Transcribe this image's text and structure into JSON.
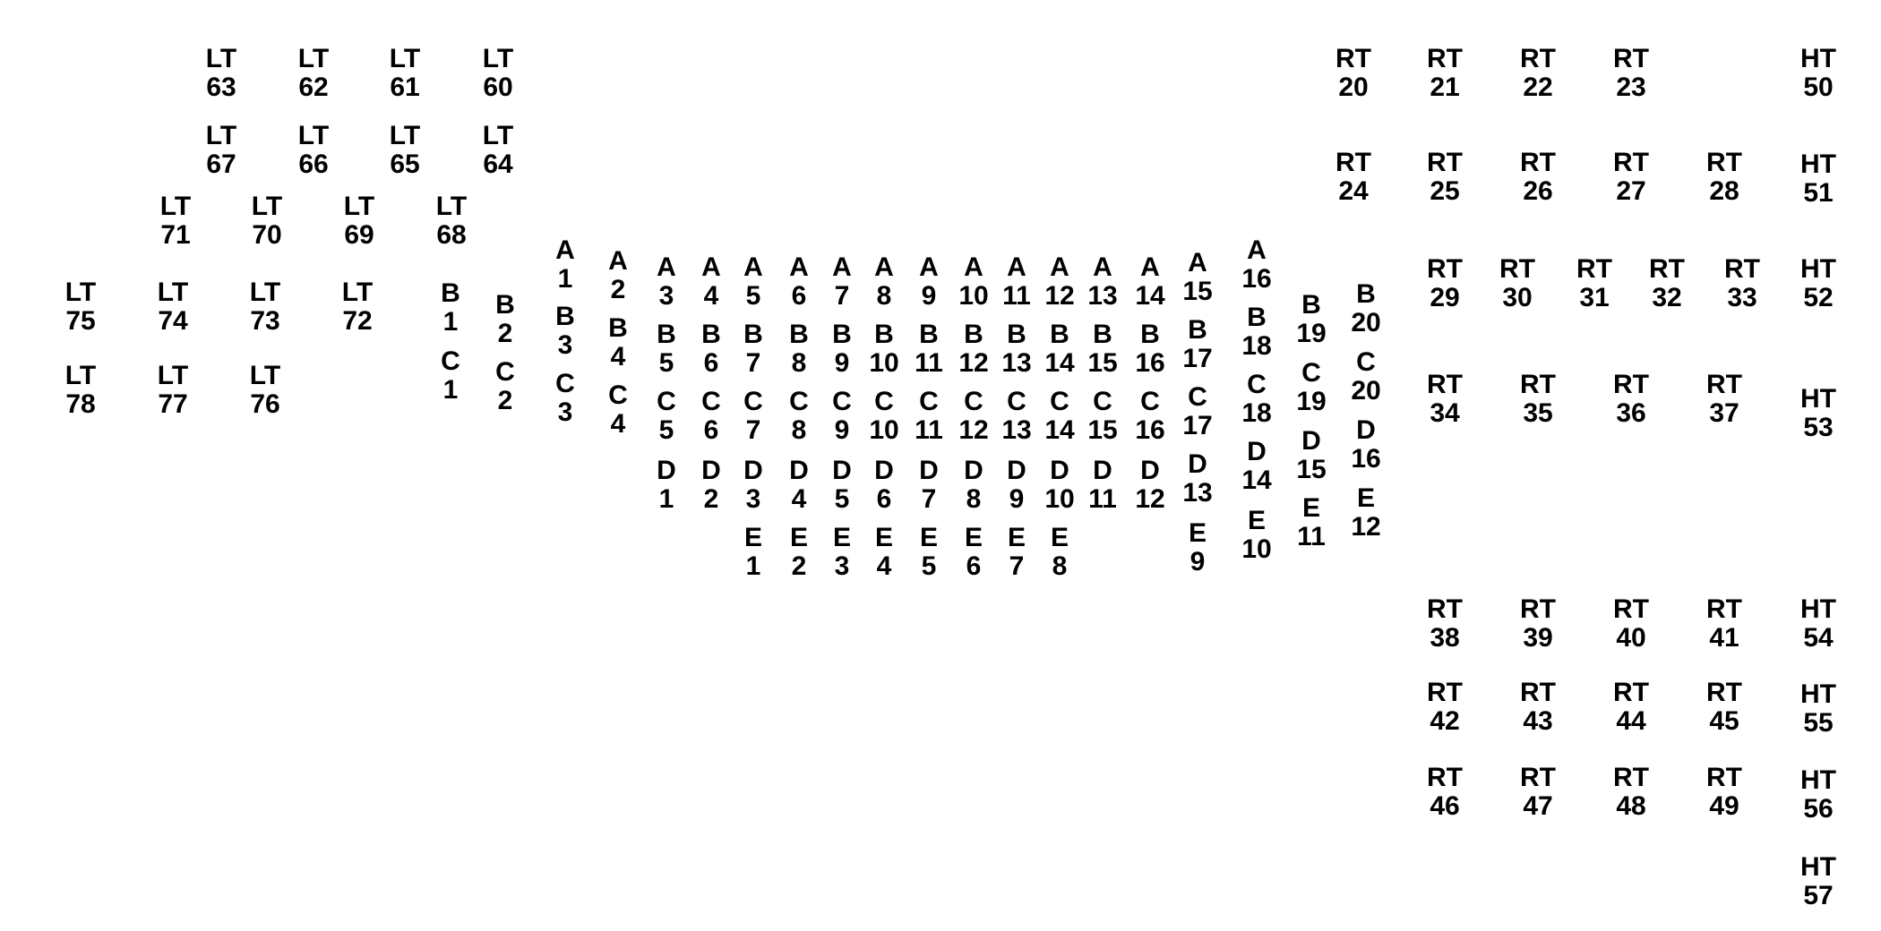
{
  "colors": {
    "text": "#000000",
    "background": "#ffffff"
  },
  "seats": [
    {
      "row": "LT",
      "num": "63"
    },
    {
      "row": "LT",
      "num": "62"
    },
    {
      "row": "LT",
      "num": "61"
    },
    {
      "row": "LT",
      "num": "60"
    },
    {
      "row": "LT",
      "num": "67"
    },
    {
      "row": "LT",
      "num": "66"
    },
    {
      "row": "LT",
      "num": "65"
    },
    {
      "row": "LT",
      "num": "64"
    },
    {
      "row": "LT",
      "num": "71"
    },
    {
      "row": "LT",
      "num": "70"
    },
    {
      "row": "LT",
      "num": "69"
    },
    {
      "row": "LT",
      "num": "68"
    },
    {
      "row": "LT",
      "num": "75"
    },
    {
      "row": "LT",
      "num": "74"
    },
    {
      "row": "LT",
      "num": "73"
    },
    {
      "row": "LT",
      "num": "72"
    },
    {
      "row": "LT",
      "num": "78"
    },
    {
      "row": "LT",
      "num": "77"
    },
    {
      "row": "LT",
      "num": "76"
    },
    {
      "row": "B",
      "num": "1"
    },
    {
      "row": "C",
      "num": "1"
    },
    {
      "row": "B",
      "num": "2"
    },
    {
      "row": "C",
      "num": "2"
    },
    {
      "row": "A",
      "num": "1"
    },
    {
      "row": "B",
      "num": "3"
    },
    {
      "row": "C",
      "num": "3"
    },
    {
      "row": "A",
      "num": "2"
    },
    {
      "row": "B",
      "num": "4"
    },
    {
      "row": "C",
      "num": "4"
    },
    {
      "row": "A",
      "num": "3"
    },
    {
      "row": "B",
      "num": "5"
    },
    {
      "row": "C",
      "num": "5"
    },
    {
      "row": "D",
      "num": "1"
    },
    {
      "row": "A",
      "num": "4"
    },
    {
      "row": "B",
      "num": "6"
    },
    {
      "row": "C",
      "num": "6"
    },
    {
      "row": "D",
      "num": "2"
    },
    {
      "row": "A",
      "num": "5"
    },
    {
      "row": "B",
      "num": "7"
    },
    {
      "row": "C",
      "num": "7"
    },
    {
      "row": "D",
      "num": "3"
    },
    {
      "row": "E",
      "num": "1"
    },
    {
      "row": "A",
      "num": "6"
    },
    {
      "row": "B",
      "num": "8"
    },
    {
      "row": "C",
      "num": "8"
    },
    {
      "row": "D",
      "num": "4"
    },
    {
      "row": "E",
      "num": "2"
    },
    {
      "row": "A",
      "num": "7"
    },
    {
      "row": "B",
      "num": "9"
    },
    {
      "row": "C",
      "num": "9"
    },
    {
      "row": "D",
      "num": "5"
    },
    {
      "row": "E",
      "num": "3"
    },
    {
      "row": "A",
      "num": "8"
    },
    {
      "row": "B",
      "num": "10"
    },
    {
      "row": "C",
      "num": "10"
    },
    {
      "row": "D",
      "num": "6"
    },
    {
      "row": "E",
      "num": "4"
    },
    {
      "row": "A",
      "num": "9"
    },
    {
      "row": "B",
      "num": "11"
    },
    {
      "row": "C",
      "num": "11"
    },
    {
      "row": "D",
      "num": "7"
    },
    {
      "row": "E",
      "num": "5"
    },
    {
      "row": "A",
      "num": "10"
    },
    {
      "row": "B",
      "num": "12"
    },
    {
      "row": "C",
      "num": "12"
    },
    {
      "row": "D",
      "num": "8"
    },
    {
      "row": "E",
      "num": "6"
    },
    {
      "row": "A",
      "num": "11"
    },
    {
      "row": "B",
      "num": "13"
    },
    {
      "row": "C",
      "num": "13"
    },
    {
      "row": "D",
      "num": "9"
    },
    {
      "row": "E",
      "num": "7"
    },
    {
      "row": "A",
      "num": "12"
    },
    {
      "row": "B",
      "num": "14"
    },
    {
      "row": "C",
      "num": "14"
    },
    {
      "row": "D",
      "num": "10"
    },
    {
      "row": "E",
      "num": "8"
    },
    {
      "row": "A",
      "num": "13"
    },
    {
      "row": "B",
      "num": "15"
    },
    {
      "row": "C",
      "num": "15"
    },
    {
      "row": "D",
      "num": "11"
    },
    {
      "row": "A",
      "num": "14"
    },
    {
      "row": "B",
      "num": "16"
    },
    {
      "row": "C",
      "num": "16"
    },
    {
      "row": "D",
      "num": "12"
    },
    {
      "row": "A",
      "num": "15"
    },
    {
      "row": "B",
      "num": "17"
    },
    {
      "row": "C",
      "num": "17"
    },
    {
      "row": "D",
      "num": "13"
    },
    {
      "row": "E",
      "num": "9"
    },
    {
      "row": "A",
      "num": "16"
    },
    {
      "row": "B",
      "num": "18"
    },
    {
      "row": "C",
      "num": "18"
    },
    {
      "row": "D",
      "num": "14"
    },
    {
      "row": "E",
      "num": "10"
    },
    {
      "row": "B",
      "num": "19"
    },
    {
      "row": "C",
      "num": "19"
    },
    {
      "row": "D",
      "num": "15"
    },
    {
      "row": "E",
      "num": "11"
    },
    {
      "row": "B",
      "num": "20"
    },
    {
      "row": "C",
      "num": "20"
    },
    {
      "row": "D",
      "num": "16"
    },
    {
      "row": "E",
      "num": "12"
    },
    {
      "row": "RT",
      "num": "20"
    },
    {
      "row": "RT",
      "num": "21"
    },
    {
      "row": "RT",
      "num": "22"
    },
    {
      "row": "RT",
      "num": "23"
    },
    {
      "row": "RT",
      "num": "24"
    },
    {
      "row": "RT",
      "num": "25"
    },
    {
      "row": "RT",
      "num": "26"
    },
    {
      "row": "RT",
      "num": "27"
    },
    {
      "row": "RT",
      "num": "28"
    },
    {
      "row": "RT",
      "num": "29"
    },
    {
      "row": "RT",
      "num": "30"
    },
    {
      "row": "RT",
      "num": "31"
    },
    {
      "row": "RT",
      "num": "32"
    },
    {
      "row": "RT",
      "num": "33"
    },
    {
      "row": "RT",
      "num": "34"
    },
    {
      "row": "RT",
      "num": "35"
    },
    {
      "row": "RT",
      "num": "36"
    },
    {
      "row": "RT",
      "num": "37"
    },
    {
      "row": "RT",
      "num": "38"
    },
    {
      "row": "RT",
      "num": "39"
    },
    {
      "row": "RT",
      "num": "40"
    },
    {
      "row": "RT",
      "num": "41"
    },
    {
      "row": "RT",
      "num": "42"
    },
    {
      "row": "RT",
      "num": "43"
    },
    {
      "row": "RT",
      "num": "44"
    },
    {
      "row": "RT",
      "num": "45"
    },
    {
      "row": "RT",
      "num": "46"
    },
    {
      "row": "RT",
      "num": "47"
    },
    {
      "row": "RT",
      "num": "48"
    },
    {
      "row": "RT",
      "num": "49"
    },
    {
      "row": "HT",
      "num": "50"
    },
    {
      "row": "HT",
      "num": "51"
    },
    {
      "row": "HT",
      "num": "52"
    },
    {
      "row": "HT",
      "num": "53"
    },
    {
      "row": "HT",
      "num": "54"
    },
    {
      "row": "HT",
      "num": "55"
    },
    {
      "row": "HT",
      "num": "56"
    },
    {
      "row": "HT",
      "num": "57"
    }
  ]
}
